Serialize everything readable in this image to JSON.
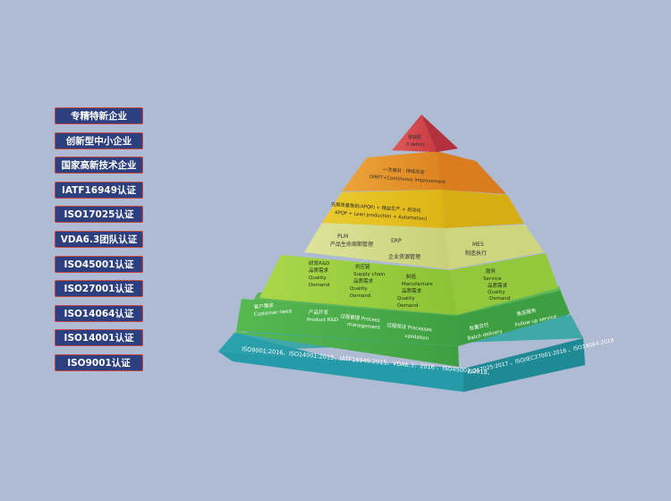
{
  "certifications": [
    "专精特新企业",
    "创新型中小企业",
    "国家高新技术企业",
    "IATF16949认证",
    "ISO17025认证",
    "VDA6.3团队认证",
    "ISO45001认证",
    "ISO27001认证",
    "ISO14064认证",
    "ISO14001认证",
    "ISO9001认证"
  ],
  "pyramid": {
    "tier1": {
      "line1": "零缺陷",
      "line2": "0 defect"
    },
    "tier2": {
      "line1": "一次做对 · 持续改进",
      "line2": "DIRFT+Continuous improvement"
    },
    "tier3": {
      "line1": "先期质量策划(APQP) + 精益生产 + 自动化",
      "line2": "APQP + Lean production + Automation)"
    },
    "tier4": {
      "plm": {
        "en": "PLM",
        "zh": "产品生命周期管理"
      },
      "erp": {
        "en": "ERP",
        "zh": "企业资源管理"
      },
      "mes": {
        "en": "MES",
        "zh": "制造执行"
      }
    },
    "tier5": {
      "rd": {
        "lines": [
          "研发R&D",
          "品质需求",
          "Quality",
          "Demand"
        ]
      },
      "supply": {
        "lines": [
          "供应链",
          "Supply chain",
          "品质需求",
          "Quality",
          "Demand"
        ]
      },
      "manufacture": {
        "lines": [
          "制造",
          "Manufacture",
          "品质需求",
          "Quality",
          "Demand"
        ]
      },
      "service": {
        "lines": [
          "服务",
          "Service",
          "品质需求",
          "Quality",
          "Demand"
        ]
      }
    },
    "tier6": {
      "customer": {
        "zh": "客户需求",
        "en": "Customer need"
      },
      "product": {
        "zh": "产品开发",
        "en": "Product R&D"
      },
      "process_mgmt": {
        "zh": "过程管理 Process",
        "en": "management"
      },
      "process_val": {
        "zh": "过程验证 Processes",
        "en": "validation"
      },
      "batch": {
        "zh": "批量交付",
        "en": "Batch delivery"
      },
      "follow": {
        "zh": "售后服务",
        "en": "Follow up service"
      }
    },
    "tier7": {
      "front": "ISO9001:2016、ISO14001:2015、IATF16949:2015、VDA6.3：2016 、ISO45001:2018、",
      "side": "ISO17025:2017 、ISO/IEC27001:2018 、ISO14064:2018"
    }
  },
  "colors": {
    "background": "#aebbd3",
    "button_fill": "#2c3f7e",
    "button_border": "#c9473f",
    "tier1": "#d44b4b",
    "tier2": "#e6962b",
    "tier3": "#e6c21f",
    "tier4": "#d5da8a",
    "tier5": "#9ccf3f",
    "tier6": "#4caf49",
    "tier7": "#2a98a6"
  }
}
